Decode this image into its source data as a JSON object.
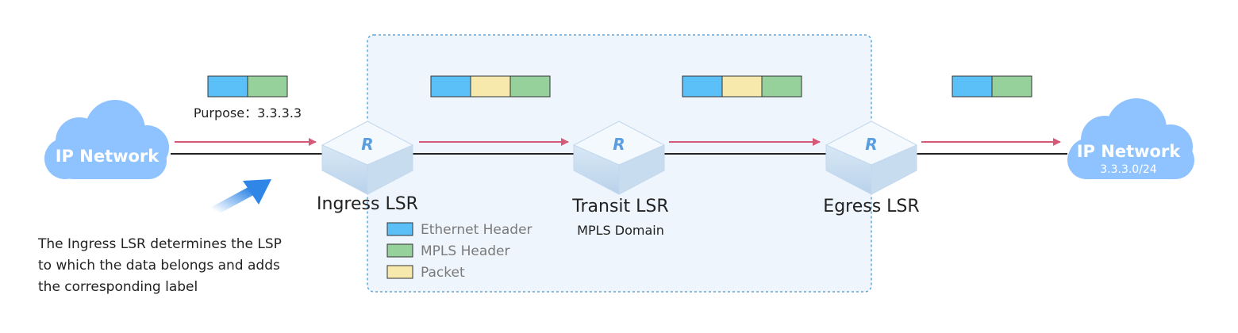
{
  "colors": {
    "ethernet": "#5bc0f8",
    "mpls": "#96d09b",
    "packet": "#f7e9ab",
    "cloud": "#8fc3ff",
    "arrow": "#d45a78",
    "domain_fill": "#eef5fc",
    "domain_border": "#5aa8e0",
    "hint_arrow": "#2f86e6"
  },
  "cloud_left": {
    "label": "IP Network"
  },
  "cloud_right": {
    "label": "IP Network",
    "subnet": "3.3.3.0/24"
  },
  "purpose": {
    "label": "Purpose：3.3.3.3"
  },
  "routers": {
    "icon_letter": "R",
    "ingress": "Ingress LSR",
    "transit": "Transit LSR",
    "egress": "Egress LSR"
  },
  "domain": {
    "label": "MPLS Domain"
  },
  "legend": {
    "ethernet": "Ethernet Header",
    "mpls": "MPLS Header",
    "packet": "Packet"
  },
  "note": {
    "line1": "The Ingress LSR determines the LSP",
    "line2": "to which the data belongs and adds",
    "line3": "the corresponding label"
  }
}
